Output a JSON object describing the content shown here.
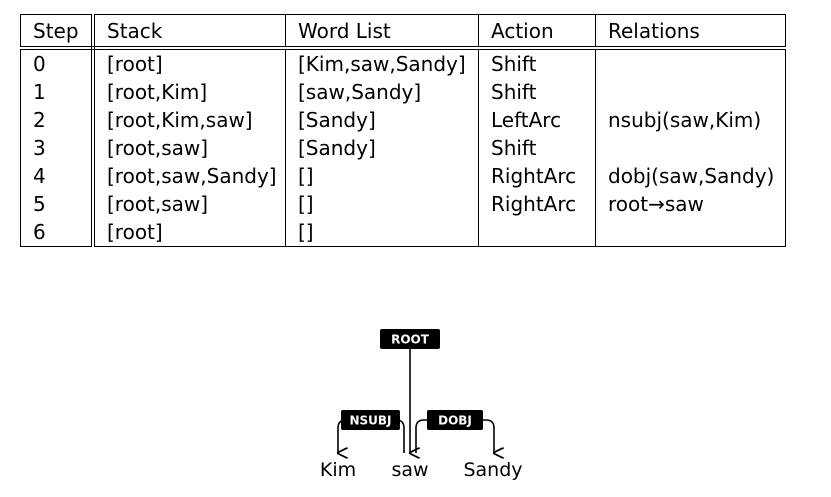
{
  "table": {
    "headers": [
      "Step",
      "Stack",
      "Word List",
      "Action",
      "Relations"
    ],
    "rows": [
      [
        "0",
        "[root]",
        "[Kim,saw,Sandy]",
        "Shift",
        ""
      ],
      [
        "1",
        "[root,Kim]",
        "[saw,Sandy]",
        "Shift",
        ""
      ],
      [
        "2",
        "[root,Kim,saw]",
        "[Sandy]",
        "LeftArc",
        "nsubj(saw,Kim)"
      ],
      [
        "3",
        "[root,saw]",
        "[Sandy]",
        "Shift",
        ""
      ],
      [
        "4",
        "[root,saw,Sandy]",
        "[]",
        "RightArc",
        "dobj(saw,Sandy)"
      ],
      [
        "5",
        "[root,saw]",
        "[]",
        "RightArc",
        "root→saw"
      ],
      [
        "6",
        "[root]",
        "[]",
        "",
        ""
      ]
    ]
  },
  "tree": {
    "root_label": "ROOT",
    "arcs": [
      "NSUBJ",
      "DOBJ"
    ],
    "words": [
      "Kim",
      "saw",
      "Sandy"
    ]
  }
}
